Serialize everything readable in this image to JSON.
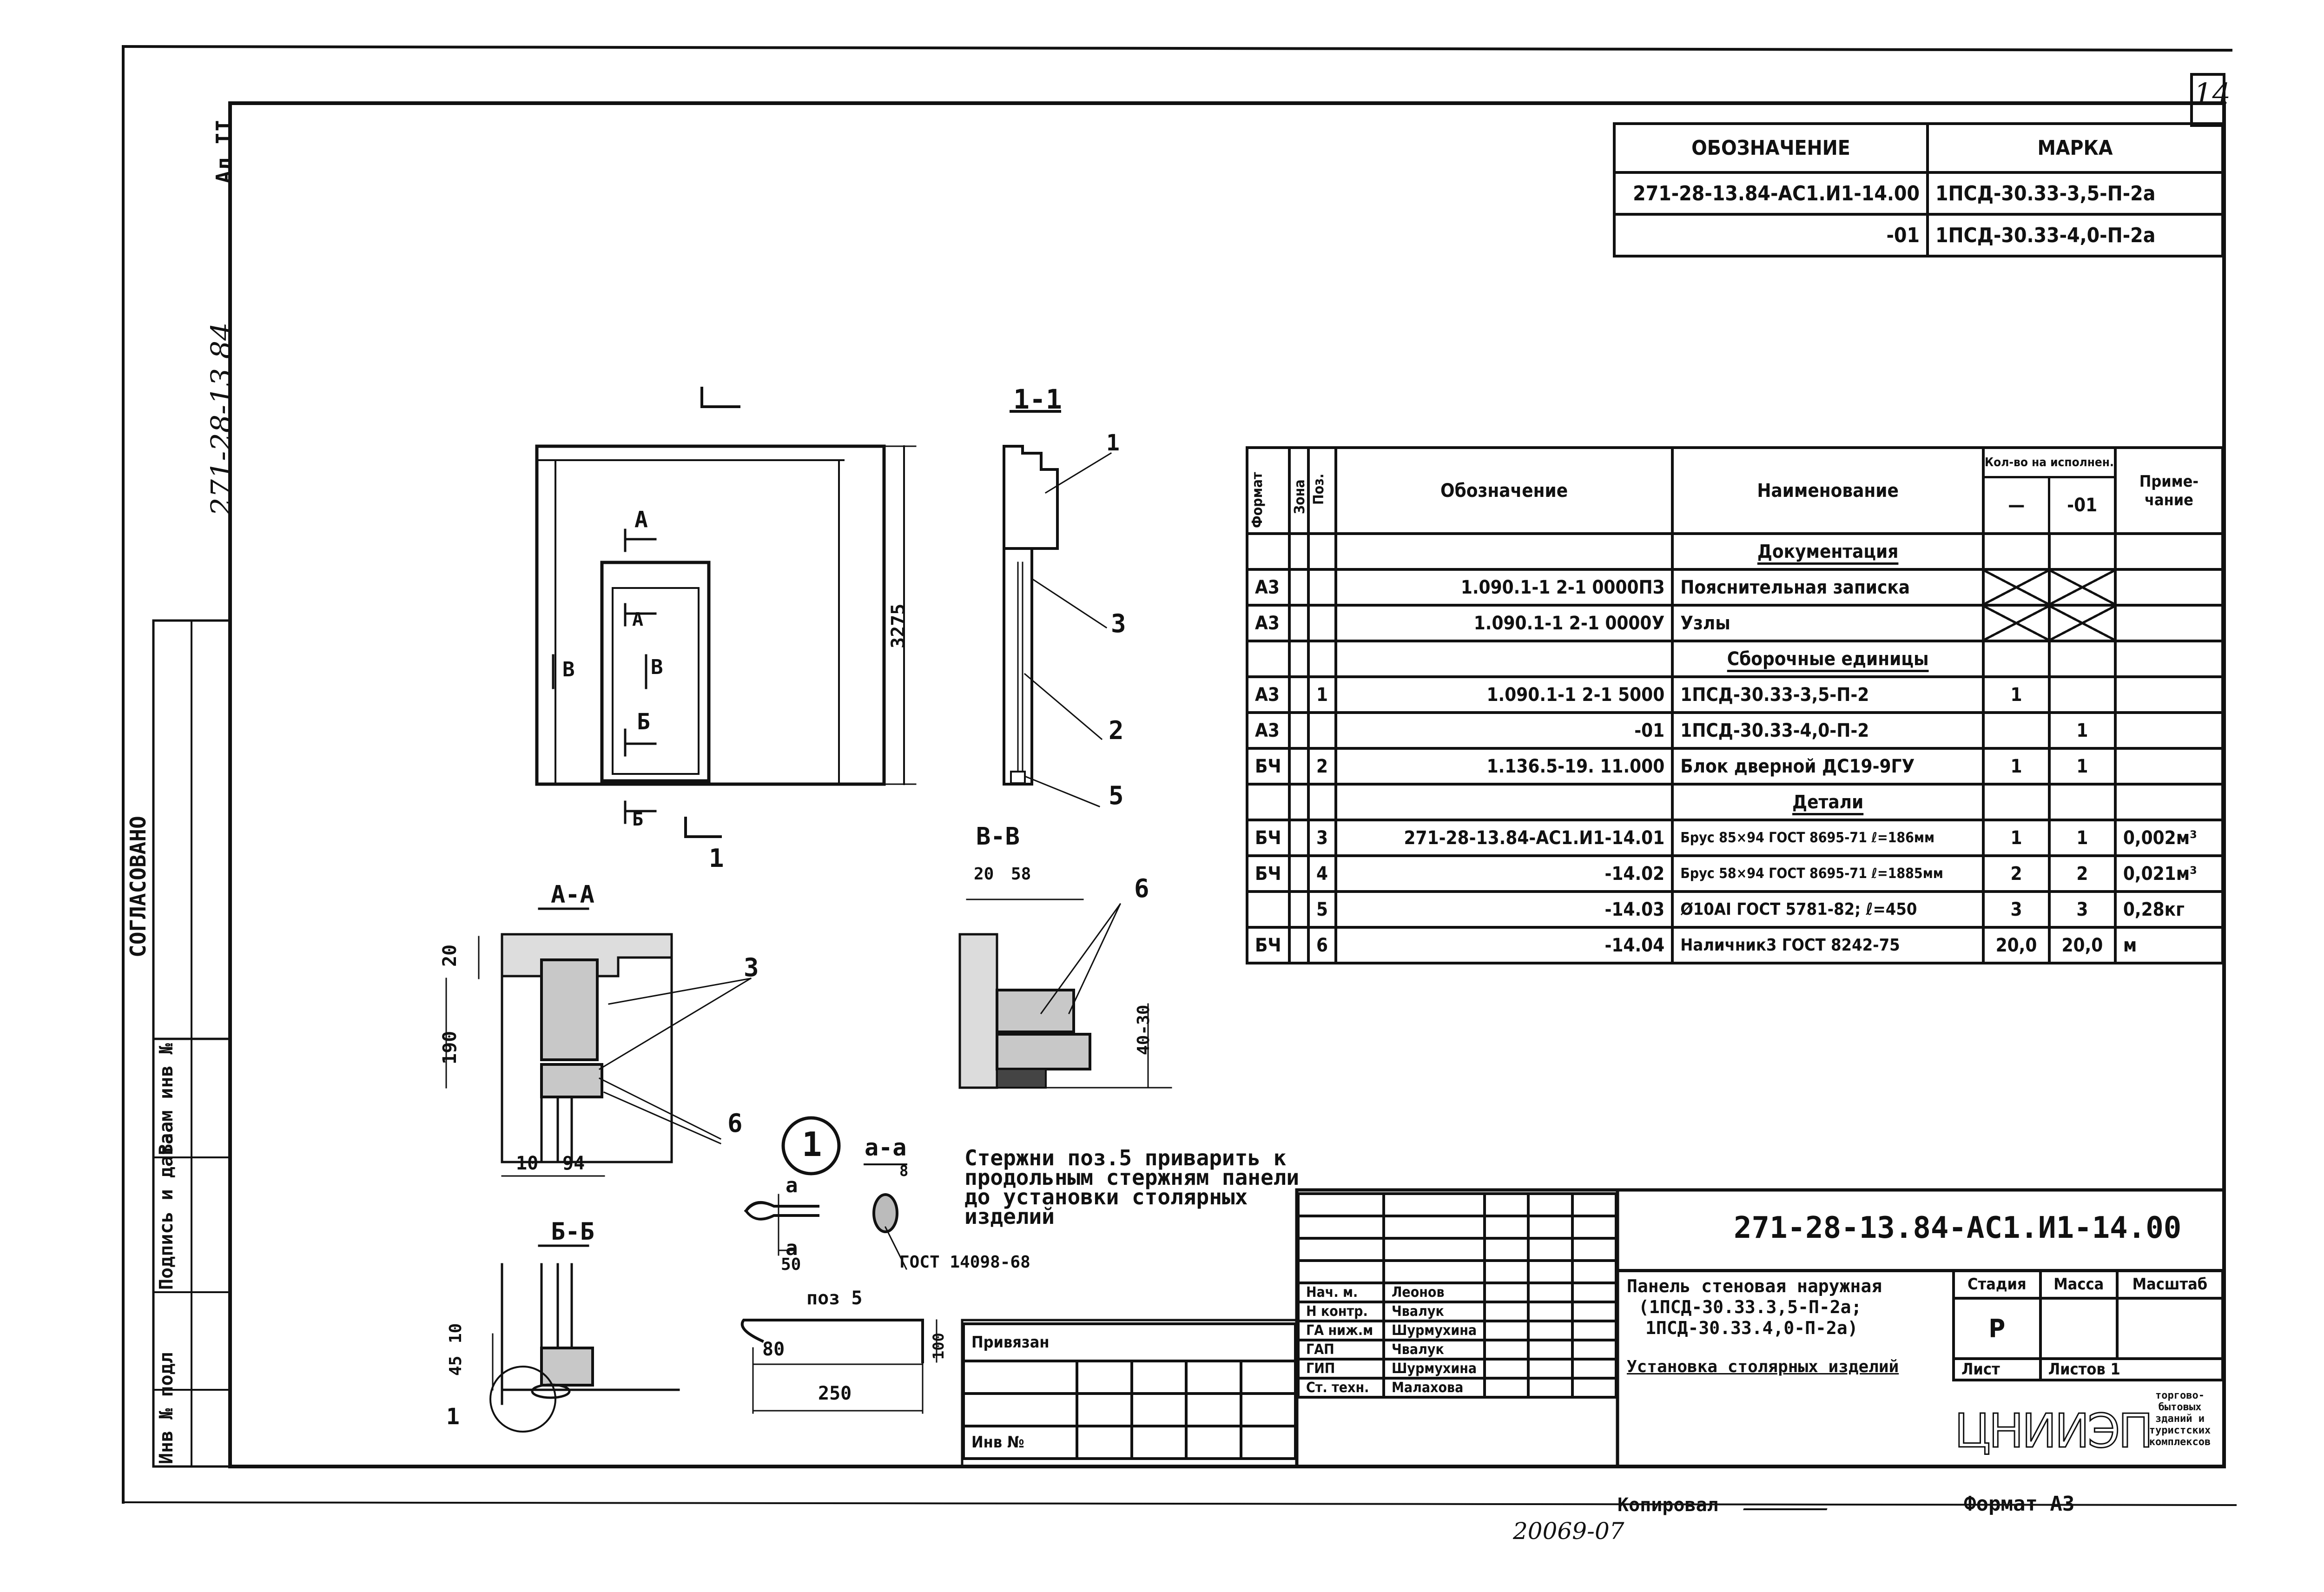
{
  "sheet_number": "14",
  "left_strip": {
    "code": "271-28-13.84",
    "sheet_marker": "Ал II",
    "agreed": "СОГЛАСОВАНО",
    "inv_podl": "Инв № подл",
    "podpis_data": "Подпись и дата",
    "vzam_inv": "Взам инв №"
  },
  "marks_table": {
    "header_designation": "ОБОЗНАЧЕНИЕ",
    "header_mark": "МАРКА",
    "rows": [
      {
        "designation": "271-28-13.84-АС1.И1-14.00",
        "mark": "1ПСД-30.33-3,5-П-2а"
      },
      {
        "designation": "-01",
        "mark": "1ПСД-30.33-4,0-П-2а"
      }
    ]
  },
  "spec_table": {
    "headers": {
      "format": "Формат",
      "zone": "Зона",
      "pos": "Поз.",
      "designation": "Обозначение",
      "name": "Наименование",
      "qty": "Кол-во на исполнен.",
      "qty_a": "—",
      "qty_b": "-01",
      "note": "Приме- чание"
    },
    "rows": [
      {
        "format": "",
        "pos": "",
        "designation": "",
        "name": "Документация",
        "q1": "",
        "q2": "",
        "note": "",
        "section": true
      },
      {
        "format": "А3",
        "pos": "",
        "designation": "1.090.1-1 2-1   0000ПЗ",
        "name": "Пояснительная записка",
        "q1": "",
        "q2": "",
        "note": "",
        "cross": true
      },
      {
        "format": "А3",
        "pos": "",
        "designation": "1.090.1-1 2-1   0000У",
        "name": "Узлы",
        "q1": "",
        "q2": "",
        "note": "",
        "cross": true
      },
      {
        "format": "",
        "pos": "",
        "designation": "",
        "name": "Сборочные единицы",
        "q1": "",
        "q2": "",
        "note": "",
        "section": true
      },
      {
        "format": "А3",
        "pos": "1",
        "designation": "1.090.1-1 2-1   5000",
        "name": "1ПСД-30.33-3,5-П-2",
        "q1": "1",
        "q2": "",
        "note": ""
      },
      {
        "format": "А3",
        "pos": "",
        "designation": "-01",
        "name": "1ПСД-30.33-4,0-П-2",
        "q1": "",
        "q2": "1",
        "note": ""
      },
      {
        "format": "БЧ",
        "pos": "2",
        "designation": "1.136.5-19. 11.000",
        "name": "Блок дверной ДС19-9ГУ",
        "q1": "1",
        "q2": "1",
        "note": ""
      },
      {
        "format": "",
        "pos": "",
        "designation": "",
        "name": "Детали",
        "q1": "",
        "q2": "",
        "note": "",
        "section": true
      },
      {
        "format": "БЧ",
        "pos": "3",
        "designation": "271-28-13.84-АС1.И1-14.01",
        "name": "Брус 85×94 ГОСТ 8695-71 ℓ=186мм",
        "q1": "1",
        "q2": "1",
        "note": "0,002м³"
      },
      {
        "format": "БЧ",
        "pos": "4",
        "designation": "-14.02",
        "name": "Брус 58×94 ГОСТ 8695-71 ℓ=1885мм",
        "q1": "2",
        "q2": "2",
        "note": "0,021м³"
      },
      {
        "format": "",
        "pos": "5",
        "designation": "-14.03",
        "name": "Ø10АI ГОСТ 5781-82; ℓ=450",
        "q1": "3",
        "q2": "3",
        "note": "0,28кг"
      },
      {
        "format": "БЧ",
        "pos": "6",
        "designation": "-14.04",
        "name": "Наличник3 ГОСТ 8242-75",
        "q1": "20,0",
        "q2": "20,0",
        "note": "м"
      }
    ]
  },
  "drawing_labels": {
    "elevation_cut_label": "1",
    "section_1_1": "1-1",
    "section_a_a": "А-А",
    "section_b_b": "Б-Б",
    "section_v_v": "В-В",
    "section_alpha": "а-а",
    "cut_a": "А",
    "cut_b": "Б",
    "cut_v": "В",
    "dim_height": "3275",
    "dim_190": "190",
    "dim_20": "20",
    "dim_10": "10",
    "dim_94": "94",
    "dim_20b": "20",
    "dim_58": "58",
    "dim_40_30": "40-30",
    "dim_45": "45",
    "dim_10b": "10",
    "dim_80": "80",
    "dim_250": "250",
    "dim_50": "50",
    "dim_100": "100",
    "dim_8": "8",
    "callout_1": "1",
    "callout_2": "2",
    "callout_3": "3",
    "callout_5": "5",
    "callout_6": "6",
    "detail_1": "1",
    "alpha": "а",
    "pos5": "поз 5",
    "gost_weld": "ГОСТ 14098-68",
    "note": "Стержни поз.5 приварить к продольным стержням панели до установки столярных изделий"
  },
  "title_block": {
    "code": "271-28-13.84-АС1.И1-14.00",
    "title_line1": "Панель стеновая наружная",
    "title_line2": "(1ПСД-30.33.3,5-П-2а;",
    "title_line3": "1ПСД-30.33.4,0-П-2а)",
    "title_line4": "Установка столярных изделий",
    "stage_label": "Стадия",
    "mass_label": "Масса",
    "scale_label": "Масштаб",
    "stage_value": "Р",
    "sheet_label": "Лист",
    "sheets_label": "Листов",
    "sheets_value": "1",
    "org_logo": "ЦНИИЭП",
    "org_text": "торгово-бытовых зданий и туристских комплексов",
    "privyazan": "Привязан",
    "inv_no": "Инв №",
    "staff": [
      {
        "role": "Нач. м.",
        "name": "Леонов"
      },
      {
        "role": "Н контр.",
        "name": "Чвалук"
      },
      {
        "role": "ГА ниж.м",
        "name": "Шурмухина"
      },
      {
        "role": "ГАП",
        "name": "Чвалук"
      },
      {
        "role": "ГИП",
        "name": "Шурмухина"
      },
      {
        "role": "Ст. техн.",
        "name": "Малахова"
      }
    ]
  },
  "footer": {
    "copied": "Копировал",
    "format": "Формат А3",
    "handwritten_no": "20069-07"
  }
}
